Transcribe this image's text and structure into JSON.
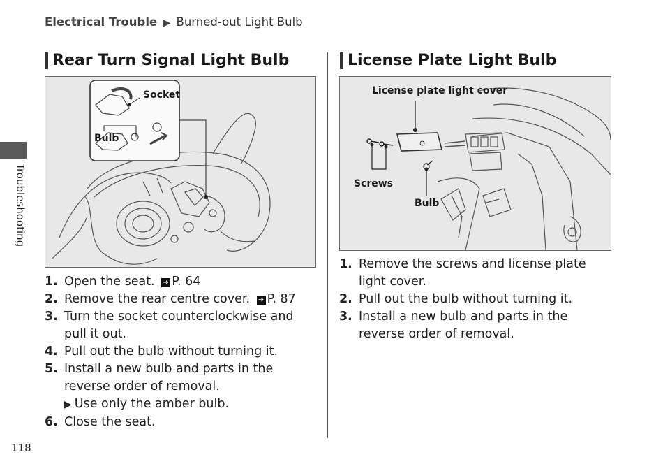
{
  "breadcrumb": {
    "parent": "Electrical Trouble",
    "current": "Burned-out Light Bulb"
  },
  "side_tab": {
    "label": "Troubleshooting"
  },
  "page_number": "118",
  "left_section": {
    "title": "Rear Turn Signal Light Bulb",
    "figure_labels": {
      "socket": "Socket",
      "bulb": "Bulb"
    },
    "steps": [
      {
        "num": "1.",
        "text": "Open the seat.",
        "ref": "P. 64"
      },
      {
        "num": "2.",
        "text": "Remove the rear centre cover.",
        "ref": "P. 87"
      },
      {
        "num": "3.",
        "text": "Turn the socket counterclockwise and pull it out."
      },
      {
        "num": "4.",
        "text": "Pull out the bulb without turning it."
      },
      {
        "num": "5.",
        "text": "Install a new bulb and parts in the reverse order of removal.",
        "note": "Use only the amber bulb."
      },
      {
        "num": "6.",
        "text": "Close the seat."
      }
    ]
  },
  "right_section": {
    "title": "License Plate Light Bulb",
    "figure_labels": {
      "cover": "License plate light cover",
      "screws": "Screws",
      "bulb": "Bulb"
    },
    "steps": [
      {
        "num": "1.",
        "text": "Remove the screws and license plate light cover."
      },
      {
        "num": "2.",
        "text": "Pull out the bulb without turning it."
      },
      {
        "num": "3.",
        "text": "Install a new bulb and parts in the reverse order of removal."
      }
    ]
  }
}
